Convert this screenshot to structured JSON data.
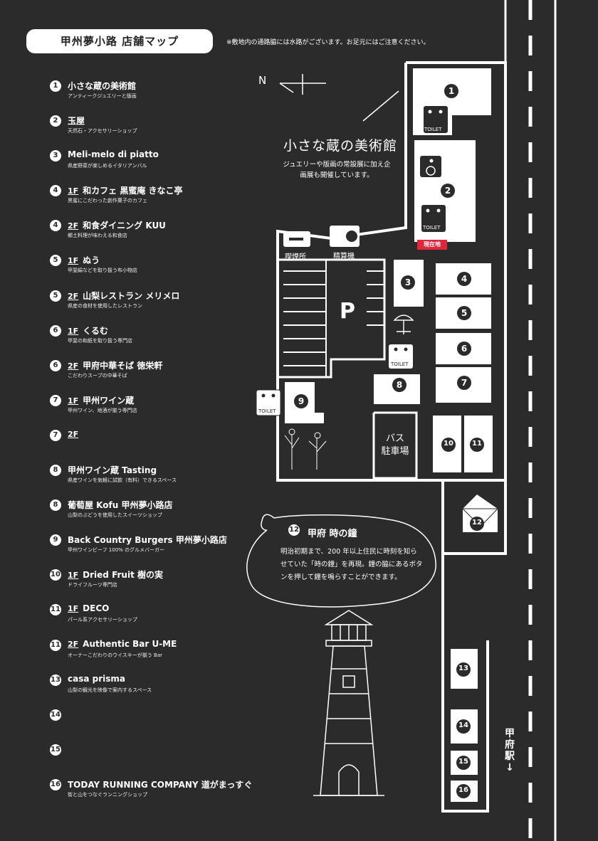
{
  "header": {
    "title": "甲州夢小路 店舗マップ",
    "notice": "※敷地内の通路脇には水路がございます。お足元にはご注意ください。"
  },
  "shops": [
    {
      "no": "1",
      "floor": "",
      "name": "小さな蔵の美術館",
      "desc": "アンティークジュエリーと版画"
    },
    {
      "no": "2",
      "floor": "",
      "name": "玉屋",
      "desc": "天然石・アクセサリーショップ"
    },
    {
      "no": "3",
      "floor": "",
      "name": "Meli-melo di piatto",
      "desc": "県産野菜が楽しめるイタリアンバル"
    },
    {
      "no": "4",
      "floor": "1F",
      "name": "和カフェ 黒蜜庵 きなこ亭",
      "desc": "黒蜜にこだわった創作菓子のカフェ"
    },
    {
      "no": "4",
      "floor": "2F",
      "name": "和食ダイニング KUU",
      "desc": "郷土料理が味わえる和食店"
    },
    {
      "no": "5",
      "floor": "1F",
      "name": "ぬう",
      "desc": "甲斐絹などを取り扱う布小物店"
    },
    {
      "no": "5",
      "floor": "2F",
      "name": "山梨レストラン メリメロ",
      "desc": "県産の食材を使用したレストラン"
    },
    {
      "no": "6",
      "floor": "1F",
      "name": "くるむ",
      "desc": "甲斐の和紙を取り扱う専門店"
    },
    {
      "no": "6",
      "floor": "2F",
      "name": "甲府中華そば 徳栄軒",
      "desc": "こだわりスープの中華そば"
    },
    {
      "no": "7",
      "floor": "1F",
      "name": "甲州ワイン蔵",
      "desc": "甲州ワイン、地酒が揃う専門店"
    },
    {
      "no": "7",
      "floor": "2F",
      "name": "",
      "desc": ""
    },
    {
      "no": "8",
      "floor": "",
      "name": "甲州ワイン蔵 Tasting",
      "desc": "県産ワインを気軽に試飲（有料）できるスペース"
    },
    {
      "no": "8",
      "floor": "",
      "name": "葡萄屋 Kofu 甲州夢小路店",
      "desc": "山梨のぶどうを使用したスイーツショップ"
    },
    {
      "no": "9",
      "floor": "",
      "name": "Back Country Burgers 甲州夢小路店",
      "desc": "甲州ワインビーフ 100% のグルメバーガー"
    },
    {
      "no": "10",
      "floor": "1F",
      "name": "Dried Fruit 樹の実",
      "desc": "ドライフルーツ専門店"
    },
    {
      "no": "11",
      "floor": "1F",
      "name": "DECO",
      "desc": "パール系アクセサリーショップ"
    },
    {
      "no": "11",
      "floor": "2F",
      "name": "Authentic Bar U-ME",
      "desc": "オーナーこだわりのウイスキーが揃う Bar"
    },
    {
      "no": "13",
      "floor": "",
      "name": "casa prisma",
      "desc": "山梨の観光を映像で案内するスペース"
    },
    {
      "no": "14",
      "floor": "",
      "name": "",
      "desc": ""
    },
    {
      "no": "15",
      "floor": "",
      "name": "",
      "desc": ""
    },
    {
      "no": "16",
      "floor": "",
      "name": "TODAY RUNNING COMPANY 道がまっすぐ",
      "desc": "街と山をつなぐランニングショップ"
    }
  ],
  "map": {
    "north": "N",
    "toilet": "TOILET",
    "smoking": "喫煙所",
    "pay_machine": "精算機",
    "parking": "P",
    "bus_parking": "バス\n駐車場",
    "current_location": "現在地",
    "station": "甲府駅↓",
    "building_numbers": [
      "1",
      "2",
      "3",
      "4",
      "5",
      "6",
      "7",
      "8",
      "9",
      "10",
      "11",
      "12",
      "13",
      "14",
      "15",
      "16"
    ]
  },
  "museum": {
    "logo": "小さな蔵の美術館",
    "text": "ジュエリーや版画の常設展に加え企画展も開催しています。"
  },
  "bell": {
    "no": "12",
    "title": "甲府 時の鐘",
    "text": "明治初期まで、200 年以上住民に時刻を知らせていた「時の鐘」を再現。鐘の脇にあるボタンを押して鐘を鳴らすことができます。"
  },
  "colors": {
    "background": "#2b2b2b",
    "foreground": "#ffffff",
    "here": "#e0263a"
  }
}
